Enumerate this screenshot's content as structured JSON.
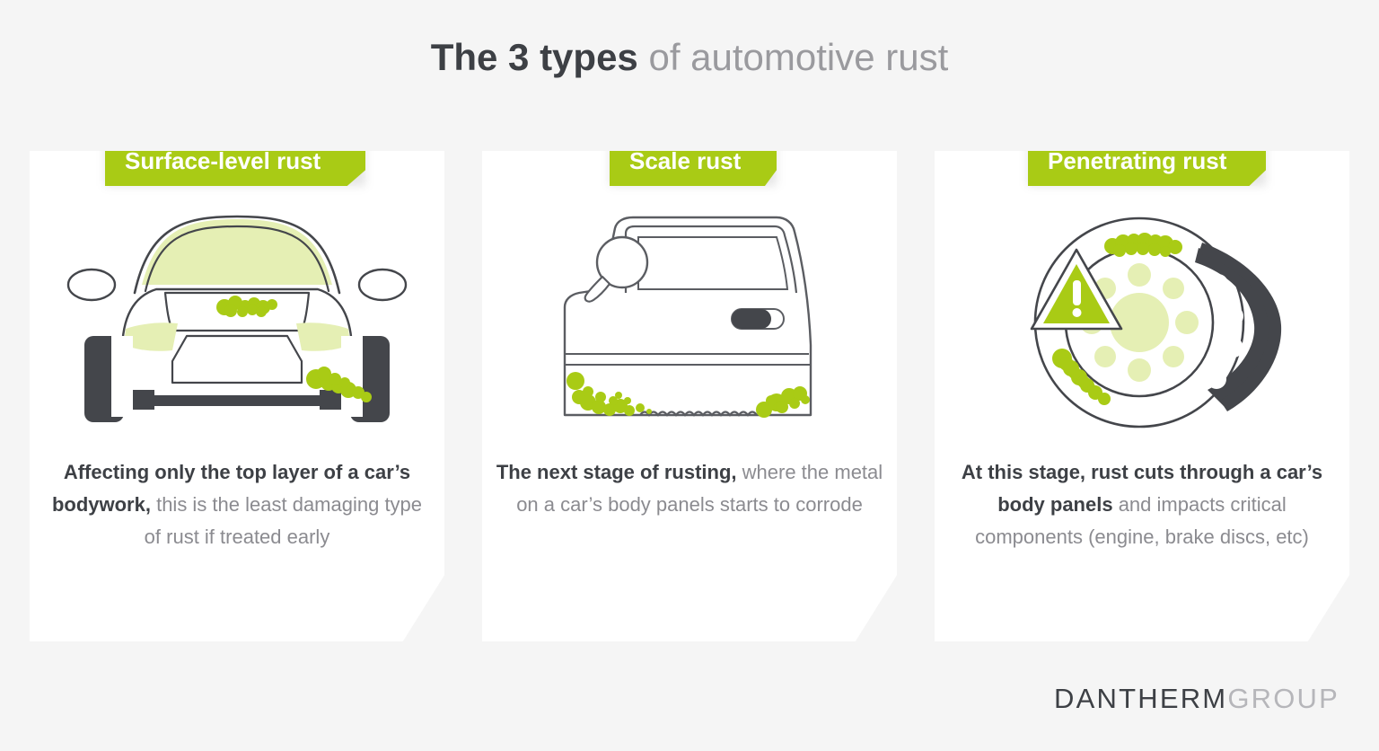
{
  "title": {
    "strong": "The 3 types",
    "rest": " of automotive rust"
  },
  "colors": {
    "accent_green": "#a9cb15",
    "pale_green": "#e5efb4",
    "dark_gray": "#3d4045",
    "body_gray": "#8b8b90",
    "background": "#f5f5f5",
    "card": "#ffffff"
  },
  "cards": [
    {
      "banner": "Surface-level rust",
      "illustration": "car-front-view-icon",
      "caption_lead": "Affecting only the top layer of a car’s bodywork,",
      "caption_rest": " this is the least damaging type of rust if treated early"
    },
    {
      "banner": "Scale rust",
      "illustration": "car-door-icon",
      "caption_lead": "The next stage of rusting,",
      "caption_rest": " where the metal on a car’s body panels starts to corrode"
    },
    {
      "banner": "Penetrating rust",
      "illustration": "brake-disc-warning-icon",
      "caption_lead": "At this stage, rust cuts through a car’s body panels",
      "caption_rest": " and impacts critical components (engine, brake discs, etc)"
    }
  ],
  "logo": {
    "primary": "DANTHERM",
    "secondary": "GROUP"
  }
}
